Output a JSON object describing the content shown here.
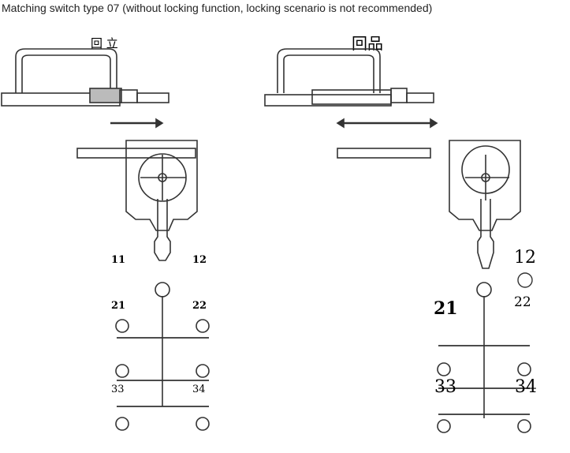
{
  "title": "Matching switch type 07 (without locking function, locking scenario is not recommended)",
  "left": {
    "heading": "回 立",
    "labels": {
      "c11": "11",
      "c12": "12",
      "c21": "21",
      "c22": "22",
      "c33": "33",
      "c34": "34"
    }
  },
  "right": {
    "heading": "回品",
    "labels": {
      "c12": "12",
      "c22": "22",
      "c21": "21",
      "c33": "33",
      "c34": "34"
    }
  }
}
